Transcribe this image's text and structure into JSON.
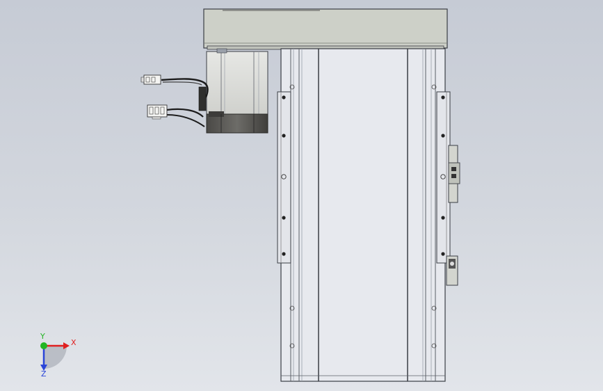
{
  "viewport": {
    "background_top": "#c6cbd5",
    "background_bottom": "#e2e5ea"
  },
  "colors": {
    "housing": "#cdd0c8",
    "rail": "#e4e6ec",
    "motor_light": "#dfe0dd",
    "motor_dark": "#5d5c58",
    "edge": "#3a3d44"
  },
  "triad": {
    "x_label": "X",
    "y_label": "Y",
    "z_label": "Z",
    "x_color": "#e02020",
    "y_color": "#22b522",
    "z_color": "#2a45d8"
  }
}
